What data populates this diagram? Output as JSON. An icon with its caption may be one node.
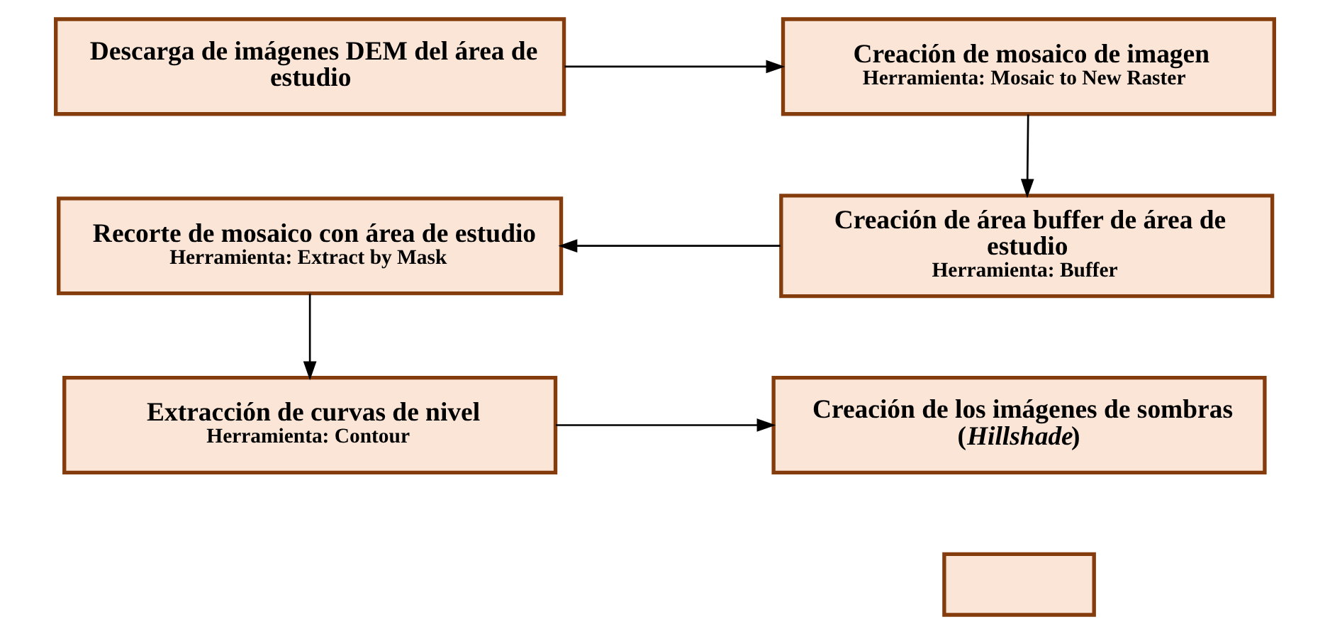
{
  "diagram": {
    "nodes": [
      {
        "text": [
          "Descarga de imágenes DEM del área de estudio"
        ]
      },
      {
        "text": [
          "Creación de mosaico de imagen",
          "Herramienta: Mosaic to New Raster"
        ]
      },
      {
        "text": [
          "Creación de área buffer de área de estudio",
          "Herramienta: Buffer"
        ]
      },
      {
        "text": [
          "Recorte de mosaico con área de estudio",
          "Herramienta: Extract by Mask"
        ]
      },
      {
        "text": [
          "Extracción de curvas de nivel",
          "Herramienta: Contour"
        ]
      },
      {
        "text": [
          "Creación de los imágenes de sombras (*Hillshade*)"
        ]
      },
      {
        "text": [],
        "shape": "box"
      }
    ],
    "edges": [
      {
        "from": 0,
        "to": 1,
        "arrow": "to"
      },
      {
        "from": 1,
        "to": 2,
        "arrow": "to"
      },
      {
        "from": 2,
        "to": 3,
        "arrow": "to"
      },
      {
        "from": 3,
        "to": 4,
        "arrow": "to"
      },
      {
        "from": 4,
        "to": 5,
        "arrow": "to"
      }
    ]
  }
}
